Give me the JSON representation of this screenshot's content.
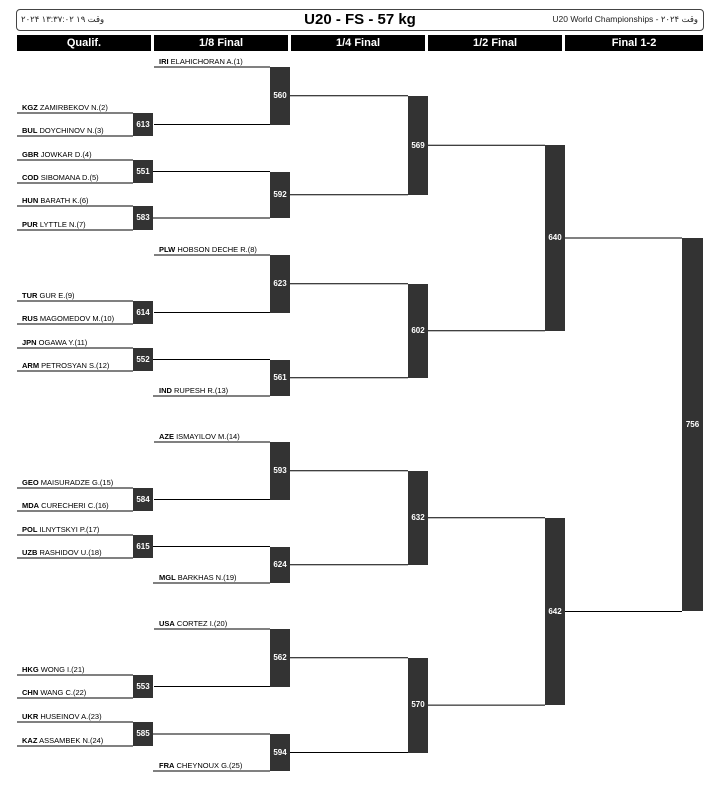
{
  "header": {
    "left": "وقت ۱۹ ۱۳:۳۷:۰۲ ۲۰۲۴",
    "title": "U20 - FS - 57 kg",
    "right": "U20 World Championships - ۲۰۲۴ وقت"
  },
  "rounds": [
    "Qualif.",
    "1/8 Final",
    "1/4 Final",
    "1/2 Final",
    "Final 1-2"
  ],
  "athletes": [
    {
      "country": "IRI",
      "name": "ELAHICHORAN A.(1)"
    },
    {
      "country": "KGZ",
      "name": "ZAMIRBEKOV N.(2)"
    },
    {
      "country": "BUL",
      "name": "DOYCHINOV N.(3)"
    },
    {
      "country": "GBR",
      "name": "JOWKAR D.(4)"
    },
    {
      "country": "COD",
      "name": "SIBOMANA D.(5)"
    },
    {
      "country": "HUN",
      "name": "BARATH K.(6)"
    },
    {
      "country": "PUR",
      "name": "LYTTLE N.(7)"
    },
    {
      "country": "PLW",
      "name": "HOBSON DECHE R.(8)"
    },
    {
      "country": "TUR",
      "name": "GUR E.(9)"
    },
    {
      "country": "RUS",
      "name": "MAGOMEDOV M.(10)"
    },
    {
      "country": "JPN",
      "name": "OGAWA Y.(11)"
    },
    {
      "country": "ARM",
      "name": "PETROSYAN S.(12)"
    },
    {
      "country": "IND",
      "name": "RUPESH R.(13)"
    },
    {
      "country": "AZE",
      "name": "ISMAYILOV M.(14)"
    },
    {
      "country": "GEO",
      "name": "MAISURADZE G.(15)"
    },
    {
      "country": "MDA",
      "name": "CURECHERI C.(16)"
    },
    {
      "country": "POL",
      "name": "ILNYTSKYI P.(17)"
    },
    {
      "country": "UZB",
      "name": "RASHIDOV U.(18)"
    },
    {
      "country": "MGL",
      "name": "BARKHAS N.(19)"
    },
    {
      "country": "USA",
      "name": "CORTEZ I.(20)"
    },
    {
      "country": "HKG",
      "name": "WONG I.(21)"
    },
    {
      "country": "CHN",
      "name": "WANG C.(22)"
    },
    {
      "country": "UKR",
      "name": "HUSEINOV A.(23)"
    },
    {
      "country": "KAZ",
      "name": "ASSAMBEK N.(24)"
    },
    {
      "country": "FRA",
      "name": "CHEYNOUX G.(25)"
    }
  ],
  "matches": {
    "qualif": [
      "613",
      "551",
      "583",
      "614",
      "552",
      "584",
      "615",
      "553",
      "585"
    ],
    "eighth": [
      "560",
      "592",
      "623",
      "561",
      "593",
      "624",
      "562",
      "594"
    ],
    "quarter": [
      "569",
      "602",
      "632",
      "570"
    ],
    "semi": [
      "640",
      "642"
    ],
    "final": [
      "756"
    ]
  }
}
